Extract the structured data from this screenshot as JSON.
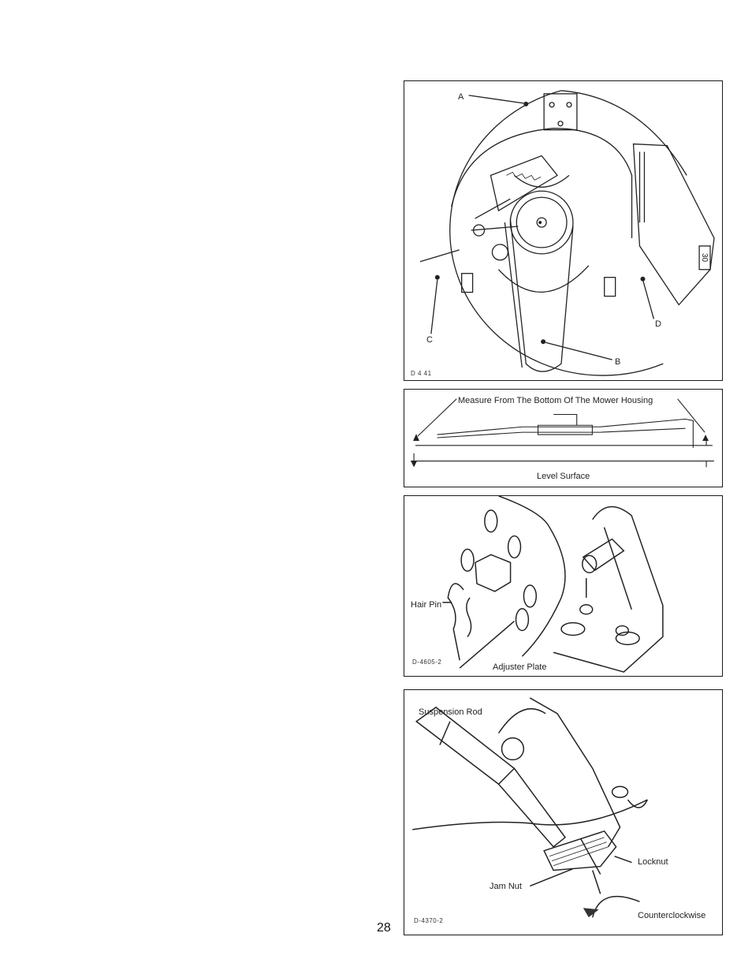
{
  "page_number": "28",
  "fig1": {
    "label_a": "A",
    "label_b": "B",
    "label_c": "C",
    "label_d": "D",
    "code": "D 4 41",
    "deck_mark": "30"
  },
  "fig2": {
    "caption_top": "Measure From The Bottom Of The Mower Housing",
    "caption_bottom": "Level Surface"
  },
  "fig3": {
    "hair_pin": "Hair Pin",
    "adjuster_plate": "Adjuster Plate",
    "code": "D-4605-2"
  },
  "fig4": {
    "suspension_rod": "Suspension Rod",
    "locknut": "Locknut",
    "jam_nut": "Jam Nut",
    "counterclockwise": "Counterclockwise",
    "code": "D-4370-2"
  }
}
